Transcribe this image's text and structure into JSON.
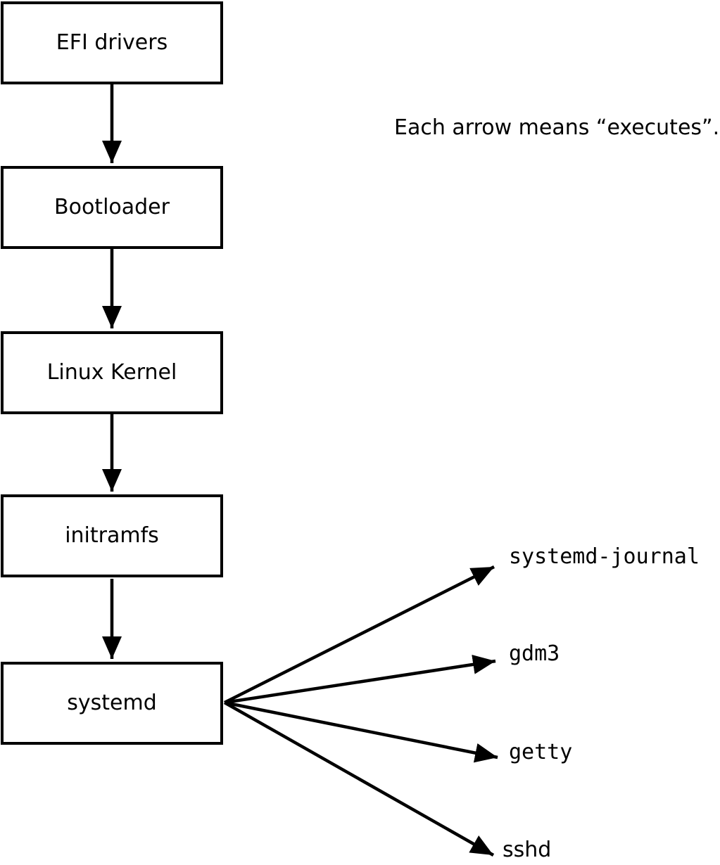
{
  "diagram": {
    "note": "Each arrow means “executes”.",
    "chain": [
      {
        "label": "EFI drivers"
      },
      {
        "label": "Bootloader"
      },
      {
        "label": "Linux Kernel"
      },
      {
        "label": "initramfs"
      },
      {
        "label": "systemd"
      }
    ],
    "targets": [
      {
        "label": "systemd-journal"
      },
      {
        "label": "gdm3"
      },
      {
        "label": "getty"
      },
      {
        "label": "sshd"
      }
    ],
    "arrow_meaning": "executes",
    "colors": {
      "stroke": "#000000",
      "node_fill": "#ffffff",
      "background": "#ffffff"
    }
  }
}
